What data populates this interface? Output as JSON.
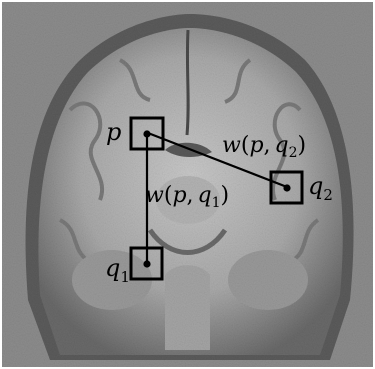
{
  "figure": {
    "background_image": "brain-mri-coronal-slice",
    "labels": {
      "p": "p",
      "q1_base": "q",
      "q1_sub": "1",
      "q2_base": "q",
      "q2_sub": "2",
      "w_p_q2": {
        "w": "w",
        "open": "(",
        "p": "p",
        "comma": ",",
        "q": "q",
        "sub": "2",
        "close": ")"
      },
      "w_p_q1": {
        "w": "w",
        "open": "(",
        "p": "p",
        "comma": ",",
        "q": "q",
        "sub": "1",
        "close": ")"
      }
    },
    "colors": {
      "frame": "#000000",
      "point": "#000000",
      "edge": "#000000"
    }
  }
}
